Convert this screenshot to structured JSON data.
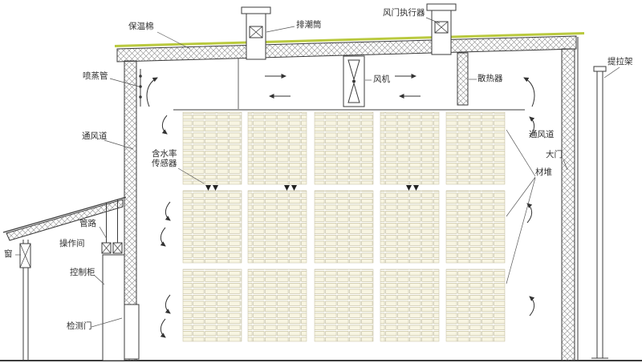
{
  "colors": {
    "line": "#3b3b3b",
    "roof_strip": "#b9c93e",
    "board_fill": "#f8f5e2",
    "board_stroke": "#bdb792",
    "label_text": "#2e2e2e"
  },
  "labels": {
    "insulation": "保温棉",
    "exhaust_cylinder": "排潮筒",
    "damper_actuator": "风门执行器",
    "lift_frame": "提拉架",
    "steam_spray_pipe": "喷蒸管",
    "fan": "风机",
    "radiator": "散热器",
    "vent_duct_left": "通风道",
    "vent_duct_right": "通风道",
    "moisture_sensor": "含水率\n传感器",
    "main_door": "大门",
    "timber_stack": "材堆",
    "piping": "管路",
    "operation_room": "操作间",
    "window": "窗",
    "control_cabinet": "控制柜",
    "inspection_door": "检测门"
  }
}
